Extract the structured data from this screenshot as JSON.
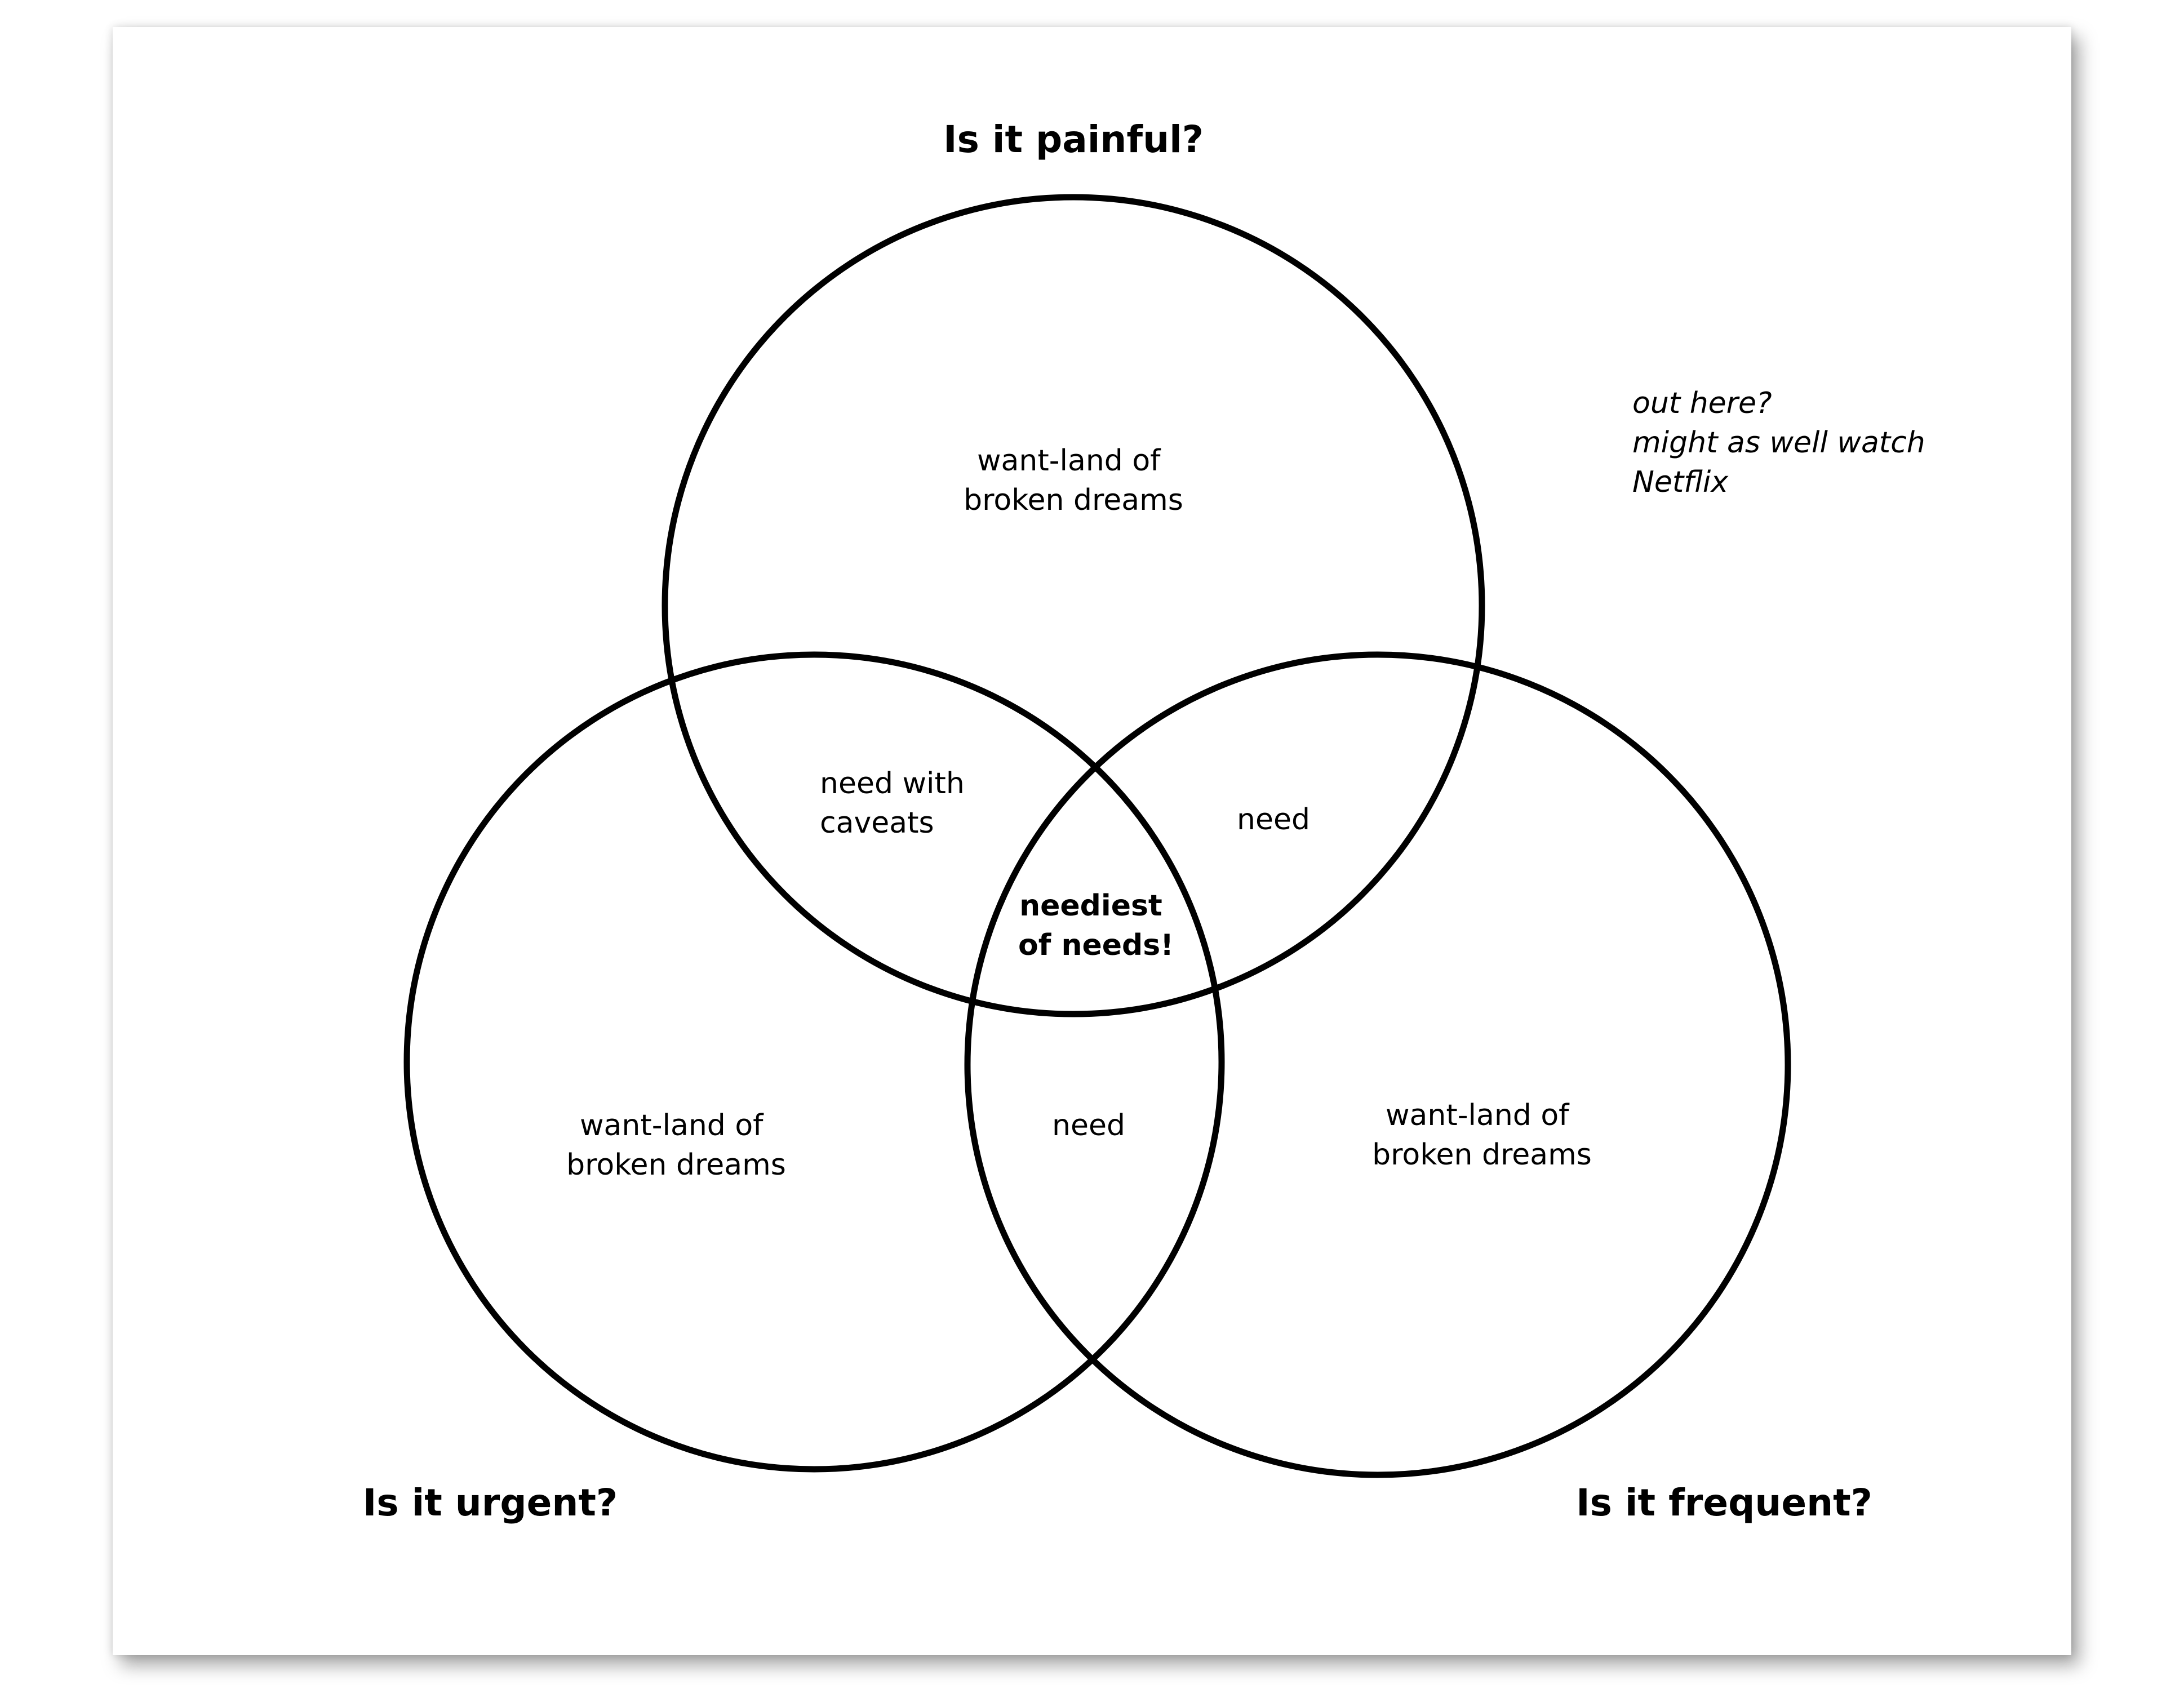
{
  "diagram": {
    "questions": {
      "painful": "Is it painful?",
      "urgent": "Is it urgent?",
      "frequent": "Is it frequent?"
    },
    "regions": {
      "painful_only": [
        "want-land of",
        "broken dreams"
      ],
      "urgent_only": [
        "want-land of",
        "broken dreams"
      ],
      "frequent_only": [
        "want-land of",
        "broken dreams"
      ],
      "painful_urgent": [
        "need with",
        "caveats"
      ],
      "painful_frequent": "need",
      "urgent_frequent": "need",
      "all_three": [
        "neediest",
        "of needs!"
      ]
    },
    "outside_note": [
      "out here?",
      "might as well watch",
      "Netflix"
    ],
    "colors": {
      "stroke": "#000000",
      "background": "#ffffff"
    }
  }
}
